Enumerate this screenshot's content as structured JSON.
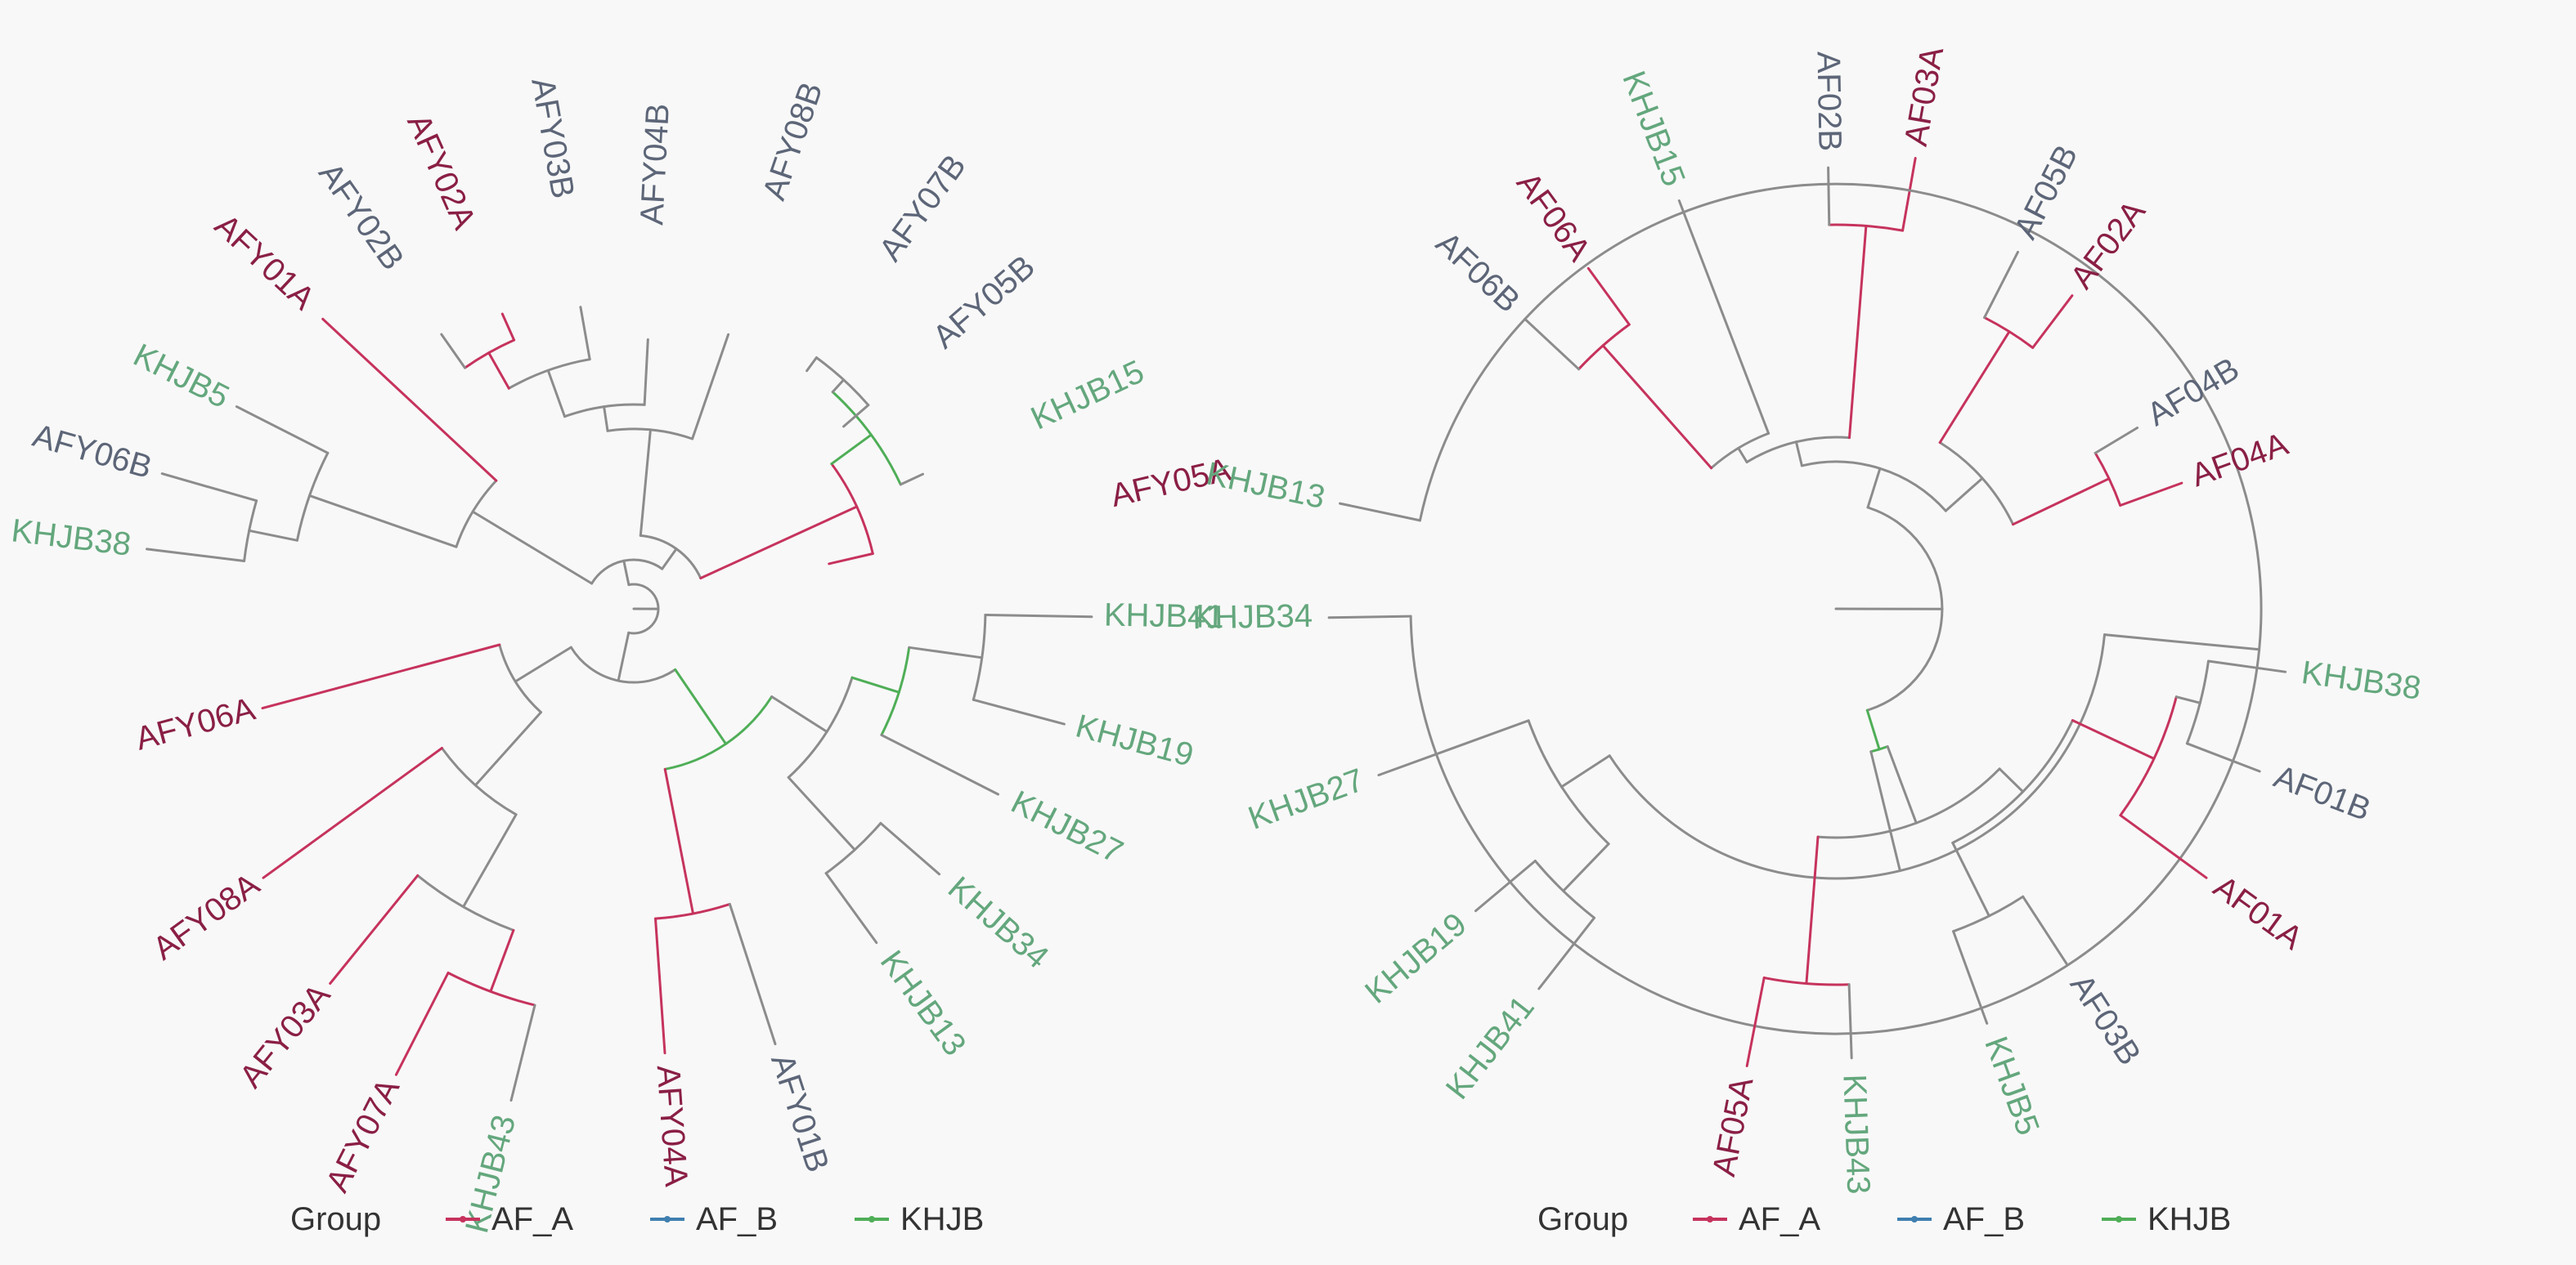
{
  "colors": {
    "background": "#f8f8f8",
    "branch_default": "#8c8c8c",
    "AF_A": "#c6335d",
    "AF_B": "#3f7fb0",
    "KHJB": "#4fae57",
    "label_af_a": "#8a1f45",
    "label_af_b": "#5d6678",
    "label_khjb": "#64a77d",
    "label_default": "#666666"
  },
  "legends": [
    {
      "title": "Group",
      "items": [
        "AF_A",
        "AF_B",
        "KHJB"
      ]
    },
    {
      "title": "Group",
      "items": [
        "AF_A",
        "AF_B",
        "KHJB"
      ]
    }
  ],
  "trees": [
    {
      "name": "left",
      "tips": [
        {
          "label": "AFY05A",
          "group": "AF_A"
        },
        {
          "label": "KHJB15",
          "group": "KHJB"
        },
        {
          "label": "AFY05B",
          "group": "AF_B"
        },
        {
          "label": "AFY07B",
          "group": "AF_B"
        },
        {
          "label": "AFY08B",
          "group": "AF_B"
        },
        {
          "label": "AFY04B",
          "group": "AF_B"
        },
        {
          "label": "AFY03B",
          "group": "AF_B"
        },
        {
          "label": "AFY02A",
          "group": "AF_A"
        },
        {
          "label": "AFY02B",
          "group": "AF_B"
        },
        {
          "label": "AFY01A",
          "group": "AF_A"
        },
        {
          "label": "KHJB5",
          "group": "KHJB"
        },
        {
          "label": "AFY06B",
          "group": "AF_B"
        },
        {
          "label": "KHJB38",
          "group": "KHJB"
        },
        {
          "label": "AFY06A",
          "group": "AF_A"
        },
        {
          "label": "AFY08A",
          "group": "AF_A"
        },
        {
          "label": "AFY03A",
          "group": "AF_A"
        },
        {
          "label": "AFY07A",
          "group": "AF_A"
        },
        {
          "label": "KHJB43",
          "group": "KHJB"
        },
        {
          "label": "AFY04A",
          "group": "AF_A"
        },
        {
          "label": "AFY01B",
          "group": "AF_B"
        },
        {
          "label": "KHJB13",
          "group": "KHJB"
        },
        {
          "label": "KHJB34",
          "group": "KHJB"
        },
        {
          "label": "KHJB27",
          "group": "KHJB"
        },
        {
          "label": "KHJB19",
          "group": "KHJB"
        },
        {
          "label": "KHJB41",
          "group": "KHJB"
        }
      ]
    },
    {
      "name": "right",
      "tips": [
        {
          "label": "AF04A",
          "group": "AF_A"
        },
        {
          "label": "AF04B",
          "group": "AF_B"
        },
        {
          "label": "AF02A",
          "group": "AF_A"
        },
        {
          "label": "AF05B",
          "group": "AF_B"
        },
        {
          "label": "AF03A",
          "group": "AF_A"
        },
        {
          "label": "AF02B",
          "group": "AF_B"
        },
        {
          "label": "KHJB15",
          "group": "KHJB"
        },
        {
          "label": "AF06A",
          "group": "AF_A"
        },
        {
          "label": "AF06B",
          "group": "AF_B"
        },
        {
          "label": "KHJB13",
          "group": "KHJB"
        },
        {
          "label": "KHJB34",
          "group": "KHJB"
        },
        {
          "label": "KHJB27",
          "group": "KHJB"
        },
        {
          "label": "KHJB19",
          "group": "KHJB"
        },
        {
          "label": "KHJB41",
          "group": "KHJB"
        },
        {
          "label": "AF05A",
          "group": "AF_A"
        },
        {
          "label": "KHJB43",
          "group": "KHJB"
        },
        {
          "label": "KHJB5",
          "group": "KHJB"
        },
        {
          "label": "AF03B",
          "group": "AF_B"
        },
        {
          "label": "AF01A",
          "group": "AF_A"
        },
        {
          "label": "AF01B",
          "group": "AF_B"
        },
        {
          "label": "KHJB38",
          "group": "KHJB"
        }
      ]
    }
  ]
}
